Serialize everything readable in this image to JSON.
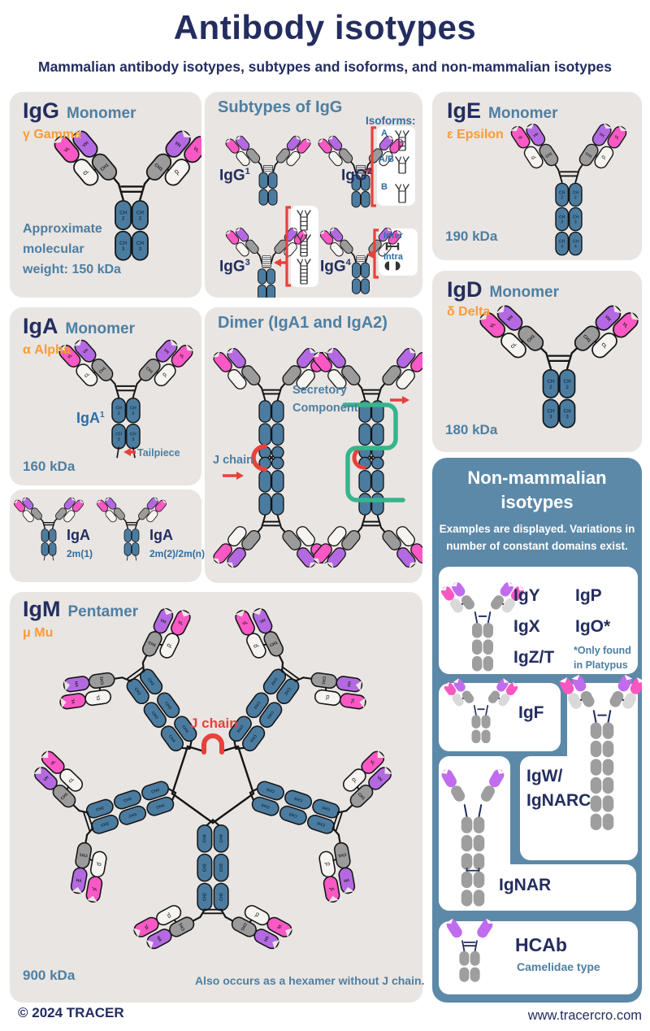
{
  "page": {
    "title": "Antibody isotypes",
    "subtitle": "Mammalian antibody isotypes, subtypes and isoforms, and non-mammalian isotypes",
    "footer_left": "© 2024 TRACER",
    "footer_right": "www.tracercro.com"
  },
  "domains": {
    "vl": "VL",
    "vh": "VH",
    "ch1": "CH1",
    "cl": "CL",
    "ch2": "CH2",
    "ch3": "CH3",
    "ch4": "CH4"
  },
  "panels": {
    "igg": {
      "name": "IgG",
      "type": "Monomer",
      "chain": "γ Gamma",
      "note": [
        "Approximate",
        "molecular",
        "weight: 150 kDa"
      ]
    },
    "subtypes": {
      "title": "Subtypes of IgG",
      "isoforms_label": "Isoforms:",
      "items": [
        {
          "label": "IgG",
          "sup": "1"
        },
        {
          "label": "IgG",
          "sup": "2"
        },
        {
          "label": "IgG",
          "sup": "3"
        },
        {
          "label": "IgG",
          "sup": "4"
        }
      ],
      "isoform_options": [
        "A",
        "A/B",
        "B"
      ],
      "bonds": [
        "Inter",
        "Intra"
      ]
    },
    "ige": {
      "name": "IgE",
      "type": "Monomer",
      "chain": "ε Epsilon",
      "weight": "190 kDa"
    },
    "igd": {
      "name": "IgD",
      "type": "Monomer",
      "chain": "δ Delta",
      "weight": "180 kDa"
    },
    "iga": {
      "name": "IgA",
      "type": "Monomer",
      "chain": "α Alpha",
      "variant": {
        "label": "IgA",
        "sup": "1"
      },
      "weight": "160 kDa",
      "tailpiece": "Tailpiece"
    },
    "iga2": {
      "items": [
        {
          "label": "IgA",
          "sub": "2m(1)"
        },
        {
          "label": "IgA",
          "sub": "2m(2)/2m(n)"
        }
      ]
    },
    "dimer": {
      "title": "Dimer (IgA1 and IgA2)",
      "j_chain": "J chain",
      "secretory": [
        "Secretory",
        "Component"
      ]
    },
    "igm": {
      "name": "IgM",
      "type": "Pentamer",
      "chain": "μ Mu",
      "j_chain": "J chain",
      "weight": "900 kDa",
      "note": "Also occurs as a hexamer without J chain."
    },
    "nm": {
      "title": [
        "Non-mammalian",
        "isotypes"
      ],
      "subtitle": [
        "Examples are displayed. Variations in",
        "number of constant domains exist."
      ],
      "card_yxz": {
        "col1": [
          "IgY",
          "IgX",
          "IgZ/T"
        ],
        "col2": [
          "IgP",
          "IgO*"
        ],
        "note": [
          "*Only found",
          "in Platypus"
        ]
      },
      "card_igf": {
        "label": "IgF"
      },
      "card_igw": {
        "label": [
          "IgW/",
          "IgNARC"
        ]
      },
      "card_ignar": {
        "label": "IgNAR"
      },
      "card_hcab": {
        "label": "HCAb",
        "sub": "Camelidae type"
      }
    }
  },
  "colors": {
    "navy": "#232d5f",
    "steel": "#4d7fa3",
    "orange": "#f79c38",
    "red": "#e8403a",
    "green": "#36b58c",
    "pink": "#f958c5",
    "purple": "#b469e2",
    "ch_gray": "#9b9b9b",
    "cl_white": "#f5f4f1",
    "stem_blue": "#4b7ca0",
    "panel_bg": "#e9e5e2",
    "nm_bg": "#5d89a8",
    "nm_gray": "#9e9e9e",
    "nm_light": "#d9d9d9",
    "nm_purple": "#c16cee",
    "nm_pink": "#fb57c2",
    "label_blue": "#2d6ea5",
    "white": "#ffffff",
    "ink": "#151515"
  }
}
